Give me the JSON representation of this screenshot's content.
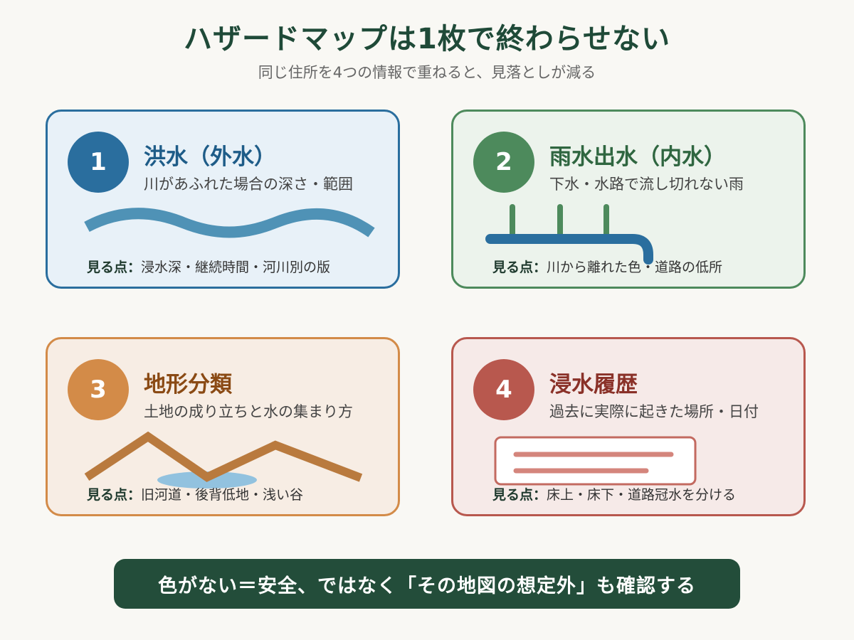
{
  "header": {
    "title": "ハザードマップは1枚で終わらせない",
    "subtitle": "同じ住所を4つの情報で重ねると、見落としが減る"
  },
  "point_label": "見る点：",
  "cards": [
    {
      "number": "1",
      "title": "洪水（外水）",
      "description": "川があふれた場合の深さ・範囲",
      "point": "浸水深・継続時間・河川別の版",
      "color": "#2a6e9e",
      "illustration": "river-wave-icon"
    },
    {
      "number": "2",
      "title": "雨水出水（内水）",
      "description": "下水・水路で流し切れない雨",
      "point": "川から離れた色・道路の低所",
      "color": "#4d8a5c",
      "illustration": "drain-pipe-icon"
    },
    {
      "number": "3",
      "title": "地形分類",
      "description": "土地の成り立ちと水の集まり方",
      "point": "旧河道・後背低地・浅い谷",
      "color": "#d38b48",
      "illustration": "terrain-valley-icon"
    },
    {
      "number": "4",
      "title": "浸水履歴",
      "description": "過去に実際に起きた場所・日付",
      "point": "床上・床下・道路冠水を分ける",
      "color": "#b8584e",
      "illustration": "record-document-icon"
    }
  ],
  "footer": {
    "banner": "色がない＝安全、ではなく「その地図の想定外」も確認する"
  }
}
